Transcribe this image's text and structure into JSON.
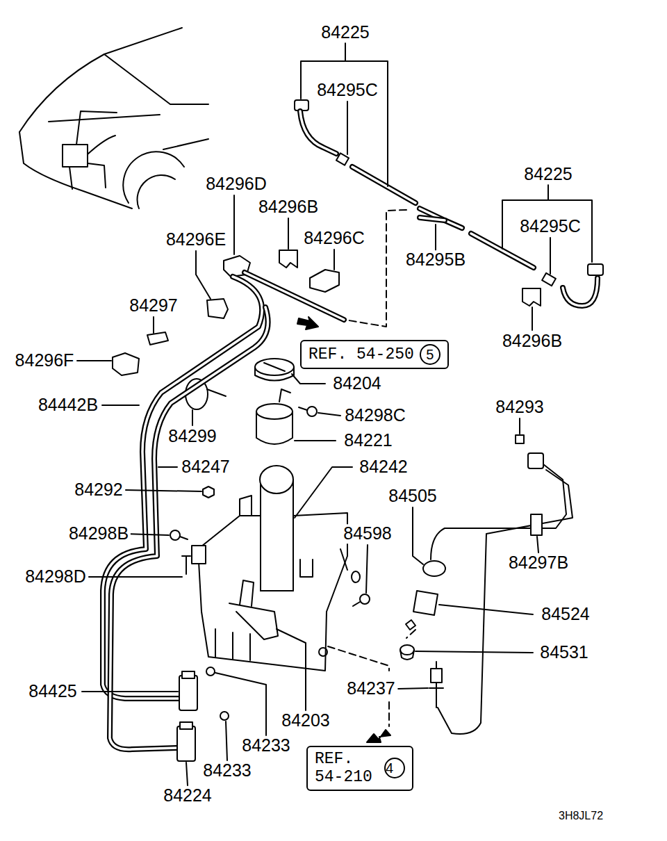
{
  "diagram": {
    "nodes": [
      {
        "text": [
          "REF. 54-250"
        ]
      },
      {
        "text": [
          "5"
        ],
        "in": 0
      },
      {
        "text": [
          "REF. 54-210"
        ]
      },
      {
        "text": [
          "4"
        ],
        "in": 2
      }
    ],
    "labels": [
      "84225",
      "84295C",
      "84296D",
      "84225",
      "84296B",
      "84295C",
      "84296E",
      "84296C",
      "84295B",
      "84297",
      "84296B",
      "84296F",
      "84204",
      "84442B",
      "84293",
      "84298C",
      "84299",
      "84221",
      "84247",
      "84242",
      "84292",
      "84505",
      "84598",
      "84298B",
      "84297B",
      "84298D",
      "84524",
      "84531",
      "84425",
      "84237",
      "84203",
      "84233",
      "84233",
      "84224",
      "3H8JL72"
    ]
  }
}
